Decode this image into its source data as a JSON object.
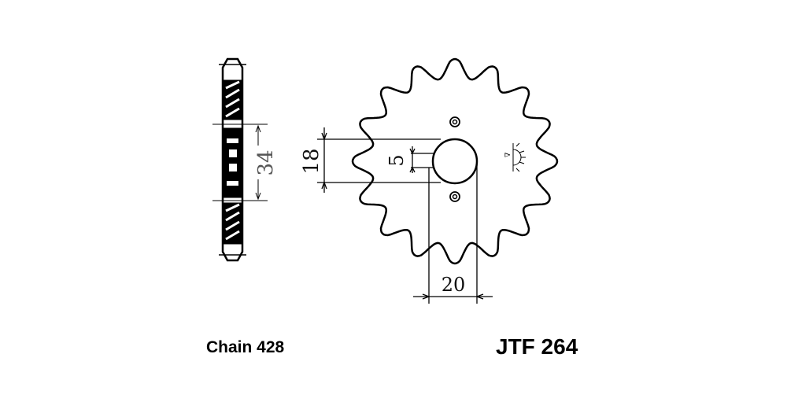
{
  "drawing": {
    "chain_label": "Chain 428",
    "part_number": "JTF 264",
    "teeth": 16,
    "dimensions": {
      "side_offset": "34",
      "spline_diameter": "18",
      "keyway": "5",
      "spline_width": "20"
    },
    "colors": {
      "line": "#000000",
      "dim_text": "#555555"
    }
  }
}
